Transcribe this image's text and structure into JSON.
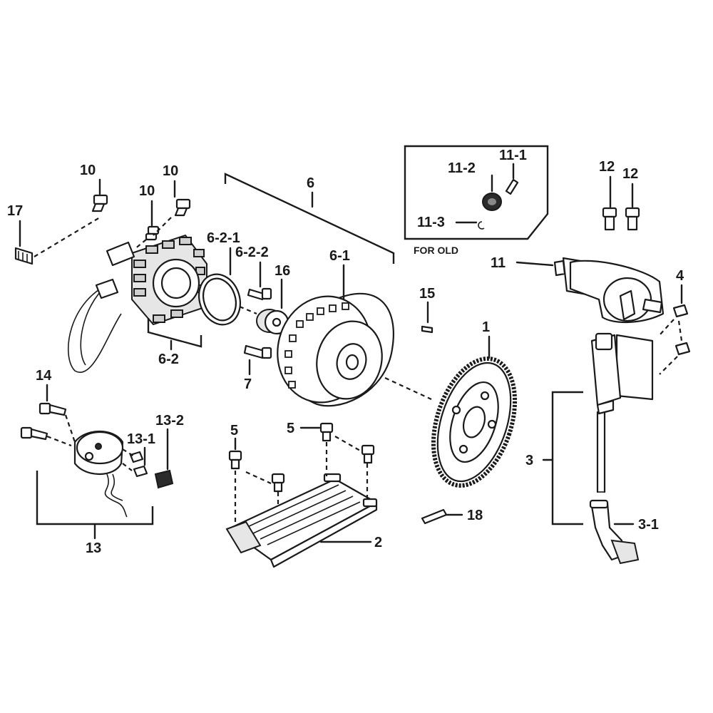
{
  "labels": {
    "p1": "1",
    "p2": "2",
    "p3": "3",
    "p3_1": "3-1",
    "p4": "4",
    "p5a": "5",
    "p5b": "5",
    "p6": "6",
    "p6_1": "6-1",
    "p6_2": "6-2",
    "p6_2_1": "6-2-1",
    "p6_2_2": "6-2-2",
    "p7": "7",
    "p10a": "10",
    "p10b": "10",
    "p10c": "10",
    "p11": "11",
    "p11_1": "11-1",
    "p11_2": "11-2",
    "p11_3": "11-3",
    "p12a": "12",
    "p12b": "12",
    "p13": "13",
    "p13_1": "13-1",
    "p13_2": "13-2",
    "p14": "14",
    "p15": "15",
    "p16": "16",
    "p17": "17",
    "p18": "18"
  },
  "inset": {
    "caption": "FOR OLD"
  }
}
